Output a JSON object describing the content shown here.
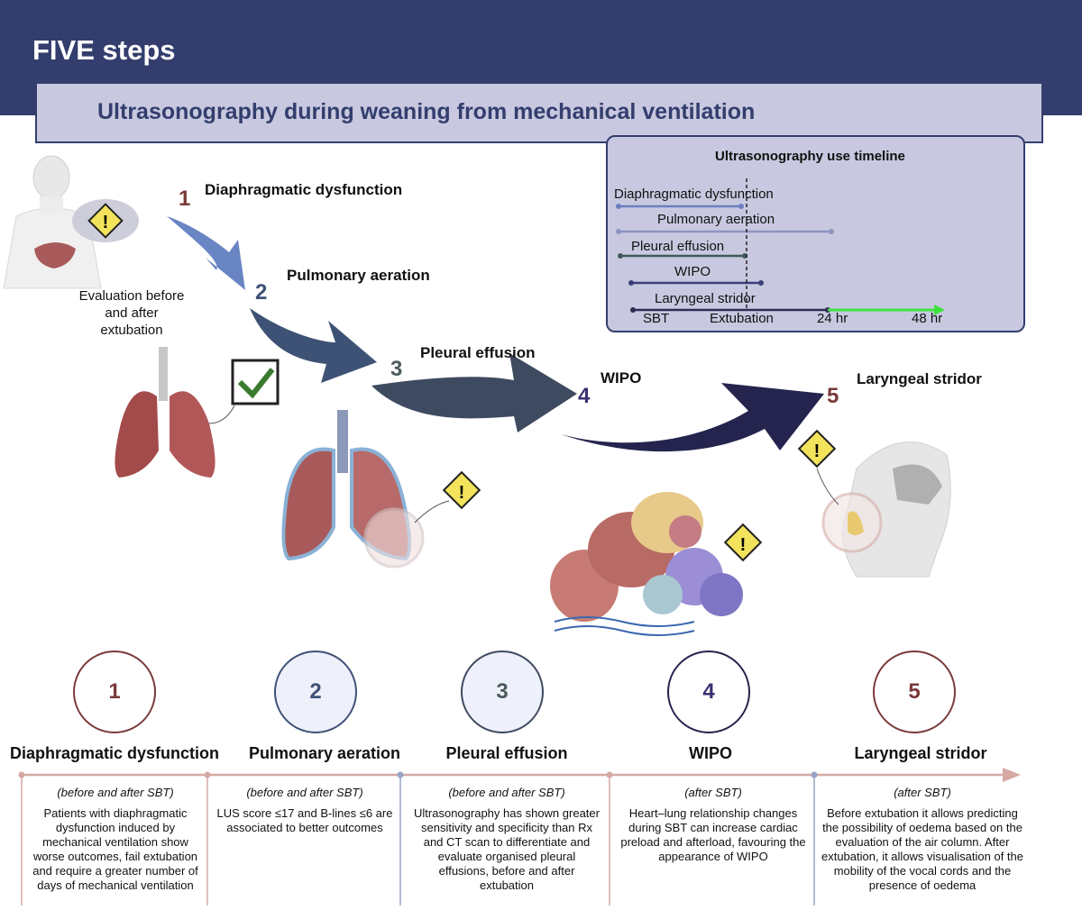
{
  "header": {
    "title": "FIVE steps",
    "subtitle": "Ultrasonography during weaning from mechanical ventilation"
  },
  "timeline": {
    "title": "Ultrasonography use timeline",
    "rows": [
      {
        "label": "Diaphragmatic dysfunction"
      },
      {
        "label": "Pulmonary aeration"
      },
      {
        "label": "Pleural effusion"
      },
      {
        "label": "WIPO"
      },
      {
        "label": "Laryngeal stridor"
      }
    ],
    "axis": {
      "sbt": "SBT",
      "extubation": "Extubation",
      "h24": "24 hr",
      "h48": "48 hr"
    }
  },
  "evaluation_text": "Evaluation before and after extubation",
  "steps": [
    {
      "number": "1",
      "label": "Diaphragmatic dysfunction",
      "color": "#7a3a3a"
    },
    {
      "number": "2",
      "label": "Pulmonary aeration",
      "color": "#3d5276"
    },
    {
      "number": "3",
      "label": "Pleural effusion",
      "color": "#4b5b5b"
    },
    {
      "number": "4",
      "label": "WIPO",
      "color": "#3b2f72"
    },
    {
      "number": "5",
      "label": "Laryngeal stridor",
      "color": "#7a3a3a"
    }
  ],
  "columns": [
    {
      "number": "1",
      "title": "Diaphragmatic dysfunction",
      "when": "(before and after SBT)",
      "desc": "Patients with diaphragmatic dysfunction induced by mechanical ventilation show worse outcomes, fail extubation and require a greater number of days of mechanical ventilation"
    },
    {
      "number": "2",
      "title": "Pulmonary aeration",
      "when": "(before and after SBT)",
      "desc": "LUS score ≤17 and B-lines ≤6 are associated to better outcomes"
    },
    {
      "number": "3",
      "title": "Pleural effusion",
      "when": "(before and after SBT)",
      "desc": "Ultrasonography has shown greater sensitivity and specificity than Rx and CT scan to differentiate and evaluate organised pleural effusions, before and after extubation"
    },
    {
      "number": "4",
      "title": "WIPO",
      "when": "(after SBT)",
      "desc": "Heart–lung relationship changes during SBT can increase cardiac preload and afterload, favouring the appearance of WIPO"
    },
    {
      "number": "5",
      "title": "Laryngeal stridor",
      "when": "(after SBT)",
      "desc": "Before extubation it allows predicting the possibility of oedema based on the evaluation of the air column. After extubation, it allows visualisation of the mobility of the vocal cords and the presence of oedema"
    }
  ]
}
